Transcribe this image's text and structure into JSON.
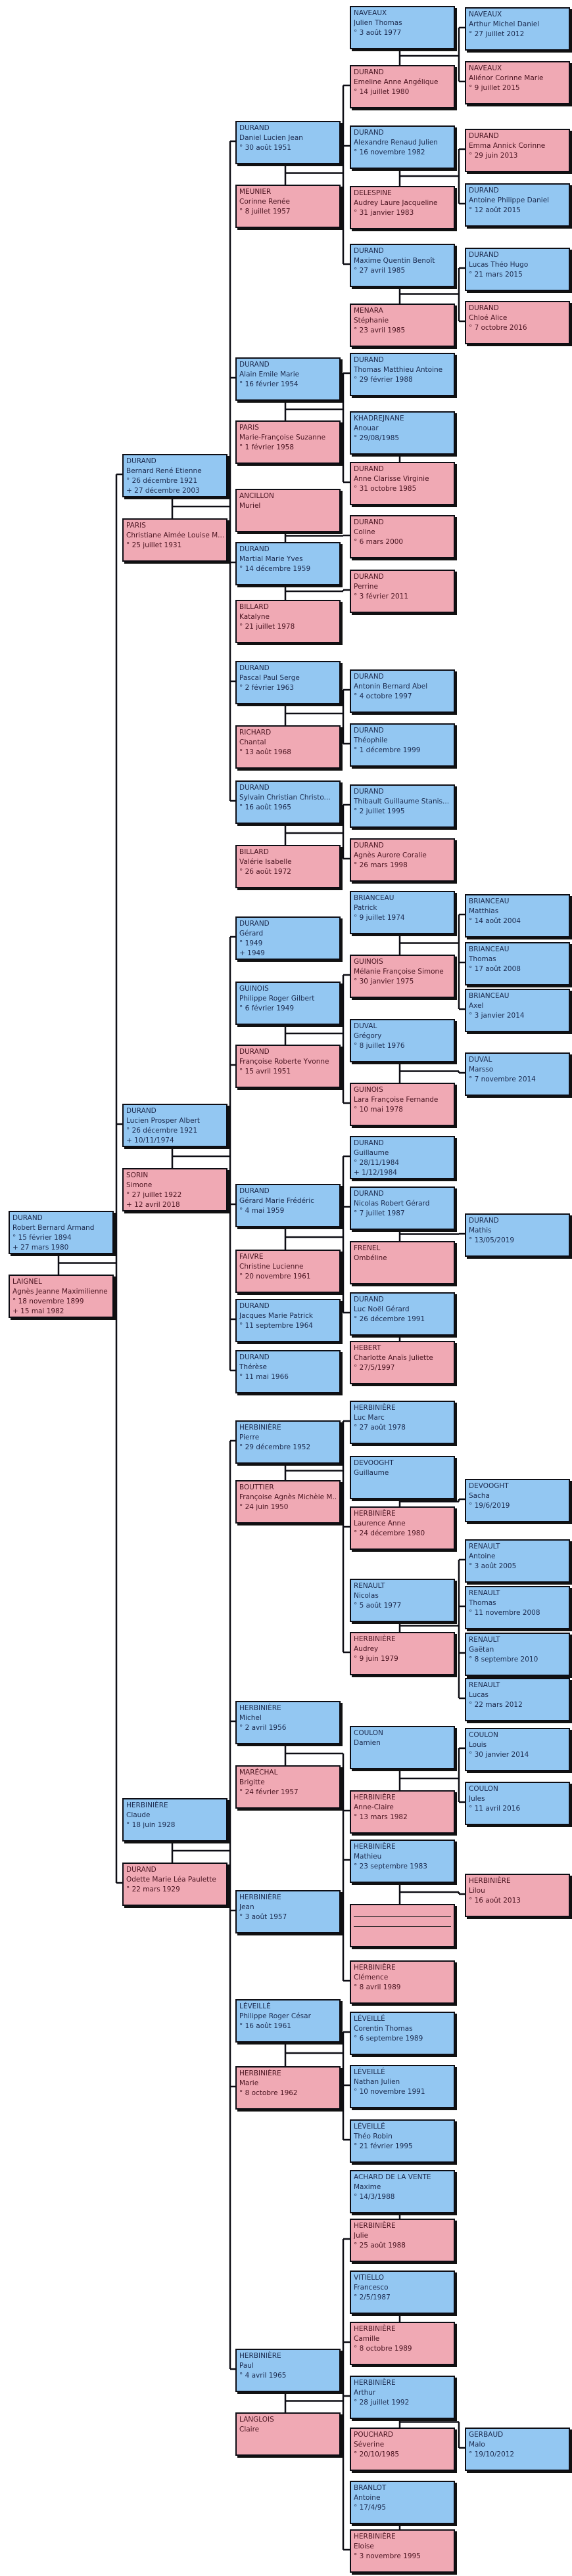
{
  "title_hidden_none": null,
  "colors": {
    "male": "#93c7f2",
    "female": "#f0a9b4",
    "line": "#0d0d14"
  },
  "persons": [
    {
      "surname": "DURAND",
      "given": "Robert Bernard Armand",
      "dates": [
        "° 15 février 1894",
        "+ 27 mars 1980"
      ],
      "sex": "m"
    },
    {
      "surname": "LAIGNEL",
      "given": "Agnès Jeanne Maximilienne",
      "dates": [
        "° 18 novembre 1899",
        "+ 15 mai 1982"
      ],
      "sex": "f"
    },
    {
      "surname": "DURAND",
      "given": "Bernard René Etienne",
      "dates": [
        "° 26 décembre 1921",
        "+ 27 décembre 2003"
      ],
      "sex": "m"
    },
    {
      "surname": "PARIS",
      "given": "Christiane Aimée Louise M...",
      "dates": [
        "° 25 juillet 1931"
      ],
      "sex": "f"
    },
    {
      "surname": "DURAND",
      "given": "Lucien Prosper Albert",
      "dates": [
        "° 26 décembre 1921",
        "+ 10/11/1974"
      ],
      "sex": "m"
    },
    {
      "surname": "SORIN",
      "given": "Simone",
      "dates": [
        "° 27 juillet 1922",
        "+ 12 avril 2018"
      ],
      "sex": "f"
    },
    {
      "surname": "HERBINIÈRE",
      "given": "Claude",
      "dates": [
        "° 18 juin 1928"
      ],
      "sex": "m"
    },
    {
      "surname": "DURAND",
      "given": "Odette Marie Léa Paulette",
      "dates": [
        "° 22 mars 1929"
      ],
      "sex": "f"
    },
    {
      "surname": "DURAND",
      "given": "Daniel Lucien Jean",
      "dates": [
        "° 30 août 1951"
      ],
      "sex": "m"
    },
    {
      "surname": "MEUNIER",
      "given": "Corinne Renée",
      "dates": [
        "° 8 juillet 1957"
      ],
      "sex": "f"
    },
    {
      "surname": "DURAND",
      "given": "Alain Emile Marie",
      "dates": [
        "° 16 février 1954"
      ],
      "sex": "m"
    },
    {
      "surname": "PARIS",
      "given": "Marie-Françoise Suzanne",
      "dates": [
        "° 1 février 1958"
      ],
      "sex": "f"
    },
    {
      "surname": "ANCILLON",
      "given": "Muriel",
      "dates": [],
      "sex": "f"
    },
    {
      "surname": "DURAND",
      "given": "Martial Marie Yves",
      "dates": [
        "° 14 décembre 1959"
      ],
      "sex": "m"
    },
    {
      "surname": "BILLARD",
      "given": "Katalyne",
      "dates": [
        "° 21 juillet 1978"
      ],
      "sex": "f"
    },
    {
      "surname": "DURAND",
      "given": "Pascal Paul Serge",
      "dates": [
        "° 2 février 1963"
      ],
      "sex": "m"
    },
    {
      "surname": "RICHARD",
      "given": "Chantal",
      "dates": [
        "° 13 août 1968"
      ],
      "sex": "f"
    },
    {
      "surname": "DURAND",
      "given": "Sylvain Christian Christo...",
      "dates": [
        "° 16 août 1965"
      ],
      "sex": "m"
    },
    {
      "surname": "BILLARD",
      "given": "Valérie Isabelle",
      "dates": [
        "° 26 août 1972"
      ],
      "sex": "f"
    },
    {
      "surname": "DURAND",
      "given": "Gérard",
      "dates": [
        "° 1949",
        "+ 1949"
      ],
      "sex": "m"
    },
    {
      "surname": "GUINOIS",
      "given": "Philippe Roger Gilbert",
      "dates": [
        "° 6 février 1949"
      ],
      "sex": "m"
    },
    {
      "surname": "DURAND",
      "given": "Françoise Roberte Yvonne",
      "dates": [
        "° 15 avril 1951"
      ],
      "sex": "f"
    },
    {
      "surname": "DURAND",
      "given": "Gérard Marie Frédéric",
      "dates": [
        "° 4 mai 1959"
      ],
      "sex": "m"
    },
    {
      "surname": "FAIVRE",
      "given": "Christine Lucienne",
      "dates": [
        "° 20 novembre 1961"
      ],
      "sex": "f"
    },
    {
      "surname": "DURAND",
      "given": "Jacques Marie Patrick",
      "dates": [
        "° 11 septembre 1964"
      ],
      "sex": "m"
    },
    {
      "surname": "DURAND",
      "given": "Thérèse",
      "dates": [
        "° 11 mai 1966"
      ],
      "sex": "m"
    },
    {
      "surname": "HERBINIÈRE",
      "given": "Pierre",
      "dates": [
        "° 29 décembre 1952"
      ],
      "sex": "m"
    },
    {
      "surname": "BOUTTIER",
      "given": "Françoise Agnès Michèle M...",
      "dates": [
        "° 24 juin 1950"
      ],
      "sex": "f"
    },
    {
      "surname": "HERBINIÈRE",
      "given": "Michel",
      "dates": [
        "° 2 avril 1956"
      ],
      "sex": "m"
    },
    {
      "surname": "MARÉCHAL",
      "given": "Brigitte",
      "dates": [
        "° 24 février 1957"
      ],
      "sex": "f"
    },
    {
      "surname": "HERBINIÈRE",
      "given": "Jean",
      "dates": [
        "° 3 août 1957"
      ],
      "sex": "m"
    },
    {
      "surname": "LÉVEILLÉ",
      "given": "Philippe Roger César",
      "dates": [
        "° 16 août 1961"
      ],
      "sex": "m"
    },
    {
      "surname": "HERBINIÈRE",
      "given": "Marie",
      "dates": [
        "° 8 octobre 1962"
      ],
      "sex": "f"
    },
    {
      "surname": "HERBINIÈRE",
      "given": "Paul",
      "dates": [
        "° 4 avril 1965"
      ],
      "sex": "m"
    },
    {
      "surname": "LANGLOIS",
      "given": "Claire",
      "dates": [],
      "sex": "f"
    },
    {
      "surname": "NAVEAUX",
      "given": "Julien Thomas",
      "dates": [
        "° 3 août 1977"
      ],
      "sex": "m"
    },
    {
      "surname": "DURAND",
      "given": "Emeline Anne Angélique",
      "dates": [
        "° 14 juillet 1980"
      ],
      "sex": "f"
    },
    {
      "surname": "DURAND",
      "given": "Alexandre Renaud Julien",
      "dates": [
        "° 16 novembre 1982"
      ],
      "sex": "m"
    },
    {
      "surname": "DELESPINE",
      "given": "Audrey Laure Jacqueline",
      "dates": [
        "° 31 janvier 1983"
      ],
      "sex": "f"
    },
    {
      "surname": "DURAND",
      "given": "Maxime Quentin Benoît",
      "dates": [
        "° 27 avril 1985"
      ],
      "sex": "m"
    },
    {
      "surname": "MENARA",
      "given": "Stéphanie",
      "dates": [
        "° 23 avril 1985"
      ],
      "sex": "f"
    },
    {
      "surname": "DURAND",
      "given": "Thomas Matthieu Antoine",
      "dates": [
        "° 29 février 1988"
      ],
      "sex": "m"
    },
    {
      "surname": "KHADREJNANE",
      "given": "Anouar",
      "dates": [
        "° 29/08/1985"
      ],
      "sex": "m"
    },
    {
      "surname": "DURAND",
      "given": "Anne Clarisse Virginie",
      "dates": [
        "° 31 octobre 1985"
      ],
      "sex": "f"
    },
    {
      "surname": "DURAND",
      "given": "Coline",
      "dates": [
        "° 6 mars 2000"
      ],
      "sex": "f"
    },
    {
      "surname": "DURAND",
      "given": "Perrine",
      "dates": [
        "° 3 février 2011"
      ],
      "sex": "f"
    },
    {
      "surname": "DURAND",
      "given": "Antonin Bernard Abel",
      "dates": [
        "° 4 octobre 1997"
      ],
      "sex": "m"
    },
    {
      "surname": "DURAND",
      "given": "Théophile",
      "dates": [
        "° 1 décembre 1999"
      ],
      "sex": "m"
    },
    {
      "surname": "DURAND",
      "given": "Thibault Guillaume Stanis...",
      "dates": [
        "° 2 juillet 1995"
      ],
      "sex": "m"
    },
    {
      "surname": "DURAND",
      "given": "Agnès Aurore Coralie",
      "dates": [
        "° 26 mars 1998"
      ],
      "sex": "f"
    },
    {
      "surname": "BRIANCEAU",
      "given": "Patrick",
      "dates": [
        "° 9 juillet 1974"
      ],
      "sex": "m"
    },
    {
      "surname": "GUINOIS",
      "given": "Mélanie Françoise Simone",
      "dates": [
        "° 30 janvier 1975"
      ],
      "sex": "f"
    },
    {
      "surname": "DUVAL",
      "given": "Grégory",
      "dates": [
        "° 8 juillet 1976"
      ],
      "sex": "m"
    },
    {
      "surname": "GUINOIS",
      "given": "Lara Françoise Fernande",
      "dates": [
        "° 10 mai 1978"
      ],
      "sex": "f"
    },
    {
      "surname": "DURAND",
      "given": "Guillaume",
      "dates": [
        "° 28/11/1984",
        "+ 1/12/1984"
      ],
      "sex": "m"
    },
    {
      "surname": "DURAND",
      "given": "Nicolas Robert Gérard",
      "dates": [
        "° 7 juillet 1987"
      ],
      "sex": "m"
    },
    {
      "surname": "FRENEL",
      "given": "Ombéline",
      "dates": [],
      "sex": "f"
    },
    {
      "surname": "DURAND",
      "given": "Luc Noël Gérard",
      "dates": [
        "° 26 décembre 1991"
      ],
      "sex": "m"
    },
    {
      "surname": "HEBERT",
      "given": "Charlotte Anaïs Juliette",
      "dates": [
        "° 27/5/1997"
      ],
      "sex": "f"
    },
    {
      "surname": "HERBINIÈRE",
      "given": "Luc Marc",
      "dates": [
        "° 27 août 1978"
      ],
      "sex": "m"
    },
    {
      "surname": "DEVOOGHT",
      "given": "Guillaume",
      "dates": [],
      "sex": "m"
    },
    {
      "surname": "HERBINIÈRE",
      "given": "Laurence Anne",
      "dates": [
        "° 24 décembre 1980"
      ],
      "sex": "f"
    },
    {
      "surname": "RENAULT",
      "given": "Nicolas",
      "dates": [
        "° 5 août 1977"
      ],
      "sex": "m"
    },
    {
      "surname": "HERBINIÈRE",
      "given": "Audrey",
      "dates": [
        "° 9 juin 1979"
      ],
      "sex": "f"
    },
    {
      "surname": "COULON",
      "given": "Damien",
      "dates": [],
      "sex": "m"
    },
    {
      "surname": "HERBINIÈRE",
      "given": "Anne-Claire",
      "dates": [
        "° 13 mars 1982"
      ],
      "sex": "f"
    },
    {
      "surname": "HERBINIÈRE",
      "given": "Mathieu",
      "dates": [
        "° 23 septembre 1983"
      ],
      "sex": "m"
    },
    {
      "surname": "",
      "given": "",
      "dates": [],
      "sex": "f",
      "placeholder": true
    },
    {
      "surname": "HERBINIÈRE",
      "given": "Clémence",
      "dates": [
        "° 8 avril 1989"
      ],
      "sex": "f"
    },
    {
      "surname": "LÉVEILLÉ",
      "given": "Corentin Thomas",
      "dates": [
        "° 6 septembre 1989"
      ],
      "sex": "m"
    },
    {
      "surname": "LÉVEILLÉ",
      "given": "Nathan Julien",
      "dates": [
        "° 10 novembre 1991"
      ],
      "sex": "m"
    },
    {
      "surname": "LÉVEILLÉ",
      "given": "Théo Robin",
      "dates": [
        "° 21 février 1995"
      ],
      "sex": "m"
    },
    {
      "surname": "ACHARD DE LA VENTE",
      "given": "Maxime",
      "dates": [
        "° 14/3/1988"
      ],
      "sex": "m"
    },
    {
      "surname": "HERBINIÈRE",
      "given": "Julie",
      "dates": [
        "° 25 août 1988"
      ],
      "sex": "f"
    },
    {
      "surname": "VITIELLO",
      "given": "Francesco",
      "dates": [
        "° 2/5/1987"
      ],
      "sex": "m"
    },
    {
      "surname": "HERBINIÈRE",
      "given": "Camille",
      "dates": [
        "° 8 octobre 1989"
      ],
      "sex": "f"
    },
    {
      "surname": "HERBINIÈRE",
      "given": "Arthur",
      "dates": [
        "° 28 juillet 1992"
      ],
      "sex": "m"
    },
    {
      "surname": "POUCHARD",
      "given": "Séverine",
      "dates": [
        "° 20/10/1985"
      ],
      "sex": "f"
    },
    {
      "surname": "BRANLOT",
      "given": "Antoine",
      "dates": [
        "° 17/4/95"
      ],
      "sex": "m"
    },
    {
      "surname": "HERBINIÈRE",
      "given": "Eloise",
      "dates": [
        "° 3 novembre 1995"
      ],
      "sex": "f"
    },
    {
      "surname": "NAVEAUX",
      "given": "Arthur Michel Daniel",
      "dates": [
        "° 27 juillet 2012"
      ],
      "sex": "m"
    },
    {
      "surname": "NAVEAUX",
      "given": "Aliénor Corinne Marie",
      "dates": [
        "° 9 juillet 2015"
      ],
      "sex": "f"
    },
    {
      "surname": "DURAND",
      "given": "Emma Annick Corinne",
      "dates": [
        "° 29 juin 2013"
      ],
      "sex": "f"
    },
    {
      "surname": "DURAND",
      "given": "Antoine Philippe Daniel",
      "dates": [
        "° 12 août 2015"
      ],
      "sex": "m"
    },
    {
      "surname": "DURAND",
      "given": "Lucas Théo Hugo",
      "dates": [
        "° 21 mars 2015"
      ],
      "sex": "m"
    },
    {
      "surname": "DURAND",
      "given": "Chloé Alice",
      "dates": [
        "° 7 octobre 2016"
      ],
      "sex": "f"
    },
    {
      "surname": "BRIANCEAU",
      "given": "Matthias",
      "dates": [
        "° 14 août 2004"
      ],
      "sex": "m"
    },
    {
      "surname": "BRIANCEAU",
      "given": "Thomas",
      "dates": [
        "° 17 août 2008"
      ],
      "sex": "m"
    },
    {
      "surname": "BRIANCEAU",
      "given": "Axel",
      "dates": [
        "° 3 janvier 2014"
      ],
      "sex": "m"
    },
    {
      "surname": "DUVAL",
      "given": "Marsso",
      "dates": [
        "° 7 novembre 2014"
      ],
      "sex": "m"
    },
    {
      "surname": "DURAND",
      "given": "Mathis",
      "dates": [
        "° 13/05/2019"
      ],
      "sex": "m"
    },
    {
      "surname": "DEVOOGHT",
      "given": "Sacha",
      "dates": [
        "° 19/6/2019"
      ],
      "sex": "m"
    },
    {
      "surname": "RENAULT",
      "given": "Antoine",
      "dates": [
        "° 3 août 2005"
      ],
      "sex": "m"
    },
    {
      "surname": "RENAULT",
      "given": "Thomas",
      "dates": [
        "° 11 novembre 2008"
      ],
      "sex": "m"
    },
    {
      "surname": "RENAULT",
      "given": "Gaëtan",
      "dates": [
        "° 8 septembre 2010"
      ],
      "sex": "m"
    },
    {
      "surname": "RENAULT",
      "given": "Lucas",
      "dates": [
        "° 22 mars 2012"
      ],
      "sex": "m"
    },
    {
      "surname": "COULON",
      "given": "Louis",
      "dates": [
        "° 30 janvier 2014"
      ],
      "sex": "m"
    },
    {
      "surname": "COULON",
      "given": "Jules",
      "dates": [
        "° 11 avril 2016"
      ],
      "sex": "m"
    },
    {
      "surname": "HERBINIÈRE",
      "given": "Lilou",
      "dates": [
        "° 16 août 2013"
      ],
      "sex": "f"
    },
    {
      "surname": "GERBAUD",
      "given": "Malo",
      "dates": [
        "° 19/10/2012"
      ],
      "sex": "m"
    }
  ]
}
